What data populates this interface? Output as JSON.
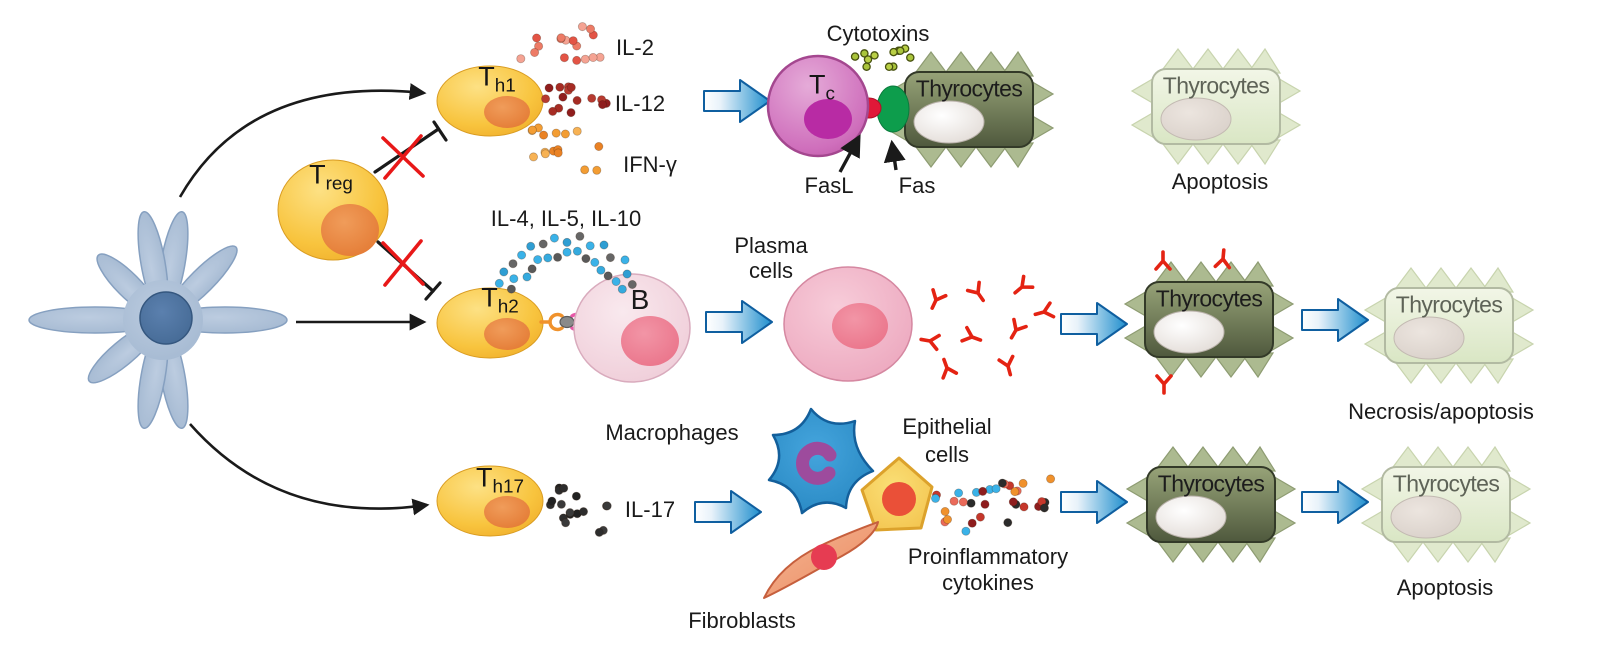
{
  "labels": {
    "il2": "IL-2",
    "il12": "IL-12",
    "ifn_gamma": "IFN-γ",
    "il4_il5_il10": "IL-4, IL-5, IL-10",
    "il17": "IL-17",
    "cytotoxins": "Cytotoxins",
    "fasl": "FasL",
    "fas": "Fas",
    "plasma_cells_line1": "Plasma",
    "plasma_cells_line2": "cells",
    "macrophages": "Macrophages",
    "epithelial_line1": "Epithelial",
    "epithelial_line2": "cells",
    "fibroblasts": "Fibroblasts",
    "proinflammatory_line1": "Proinflammatory",
    "proinflammatory_line2": "cytokines",
    "apoptosis_top": "Apoptosis",
    "necrosis_apoptosis": "Necrosis/apoptosis",
    "apoptosis_bottom": "Apoptosis",
    "thyrocytes": "Thyrocytes",
    "b_cell": "B"
  },
  "cell_labels": {
    "treg": {
      "main": "T",
      "sub": "reg"
    },
    "th1": {
      "main": "T",
      "sub": "h1"
    },
    "th2": {
      "main": "T",
      "sub": "h2"
    },
    "th17": {
      "main": "T",
      "sub": "h17"
    },
    "tc": {
      "main": "T",
      "sub": "c"
    }
  },
  "colors": {
    "block_arrow_blue": "#1e8ecd",
    "t_cell_yellow": "#f8c43e",
    "t_cell_nucleus_orange": "#e2762f",
    "tc_cell_pink": "#c95fb2",
    "b_cell_pink": "#f2d5de",
    "plasma_cell_pink": "#efb3c6",
    "thyrocyte_dark_green": "#6b7652",
    "thyrocyte_pale_green": "#e3edd0",
    "antibody_red": "#e42313",
    "inhibition_x_red": "#e81818",
    "fasl_red": "#e01838",
    "fas_green": "#0d9d4c",
    "dendritic_blue": "#a9bed8",
    "macrophage_blue": "#2e8fd0",
    "macrophage_nucleus_purple": "#9d4b9d",
    "epithelial_yellow": "#f7cf5e",
    "fibroblast_orange": "#ee9b72"
  },
  "dot_colors": {
    "il2": [
      "#ed7b66",
      "#f5a393",
      "#e35445"
    ],
    "il12": [
      "#a62c24",
      "#8f1d1d",
      "#b73a30"
    ],
    "ifng": [
      "#f39d33",
      "#ea8224",
      "#f7b254"
    ],
    "il4": [
      "#3ab2e8",
      "#595959",
      "#2f9ed3",
      "#3ab2e8",
      "#666666",
      "#35aade"
    ],
    "cytotoxins": [
      "#b9cf45",
      "#a9c43b"
    ],
    "il17": [
      "#2d2d2d",
      "#3a3a3a",
      "#222222"
    ],
    "proinflammatory": [
      "#3ab2e8",
      "#2b2b2b",
      "#c5372b",
      "#f0912c",
      "#8e1d1d",
      "#ea6a5a"
    ]
  }
}
